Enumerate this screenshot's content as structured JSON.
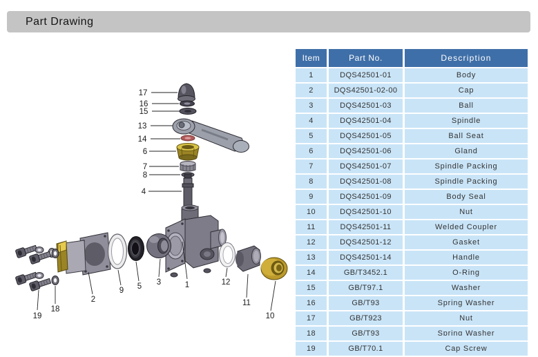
{
  "header": {
    "title": "Part Drawing"
  },
  "table": {
    "columns": [
      "Item",
      "Part No.",
      "Description"
    ],
    "rows": [
      {
        "item": "1",
        "part_no": "DQS42501-01",
        "description": "Body"
      },
      {
        "item": "2",
        "part_no": "DQS42501-02-00",
        "description": "Cap"
      },
      {
        "item": "3",
        "part_no": "DQS42501-03",
        "description": "Ball"
      },
      {
        "item": "4",
        "part_no": "DQS42501-04",
        "description": "Spindle"
      },
      {
        "item": "5",
        "part_no": "DQS42501-05",
        "description": "Ball Seat"
      },
      {
        "item": "6",
        "part_no": "DQS42501-06",
        "description": "Gland"
      },
      {
        "item": "7",
        "part_no": "DQS42501-07",
        "description": "Spindle Packing"
      },
      {
        "item": "8",
        "part_no": "DQS42501-08",
        "description": "Spindle Packing"
      },
      {
        "item": "9",
        "part_no": "DQS42501-09",
        "description": "Body Seal"
      },
      {
        "item": "10",
        "part_no": "DQS42501-10",
        "description": "Nut"
      },
      {
        "item": "11",
        "part_no": "DQS42501-11",
        "description": "Welded Coupler"
      },
      {
        "item": "12",
        "part_no": "DQS42501-12",
        "description": "Gasket"
      },
      {
        "item": "13",
        "part_no": "DQS42501-14",
        "description": "Handle"
      },
      {
        "item": "14",
        "part_no": "GB/T3452.1",
        "description": "O-Ring"
      },
      {
        "item": "15",
        "part_no": "GB/T97.1",
        "description": "Washer"
      },
      {
        "item": "16",
        "part_no": "GB/T93",
        "description": "Spring Washer"
      },
      {
        "item": "17",
        "part_no": "GB/T923",
        "description": "Nut"
      },
      {
        "item": "18",
        "part_no": "GB/T93",
        "description": "Spring Washer"
      },
      {
        "item": "19",
        "part_no": "GB/T70.1",
        "description": "Cap Screw"
      }
    ]
  },
  "diagram": {
    "callouts": [
      {
        "label": "17"
      },
      {
        "label": "16"
      },
      {
        "label": "15"
      },
      {
        "label": "13"
      },
      {
        "label": "14"
      },
      {
        "label": "6"
      },
      {
        "label": "7"
      },
      {
        "label": "8"
      },
      {
        "label": "4"
      },
      {
        "label": "19"
      },
      {
        "label": "18"
      },
      {
        "label": "2"
      },
      {
        "label": "9"
      },
      {
        "label": "5"
      },
      {
        "label": "3"
      },
      {
        "label": "1"
      },
      {
        "label": "12"
      },
      {
        "label": "11"
      },
      {
        "label": "10"
      }
    ],
    "colors": {
      "metal_gray": "#8e8c98",
      "brass_yellow": "#c0a030",
      "oring_red": "#b05a5a",
      "seat_black": "#1c1c20"
    }
  },
  "theme": {
    "title_bar_bg": "#c4c4c4",
    "table_header_bg": "#3f6fa8",
    "table_row_bg": "#c9e4f7",
    "table_header_text": "#ffffff"
  }
}
